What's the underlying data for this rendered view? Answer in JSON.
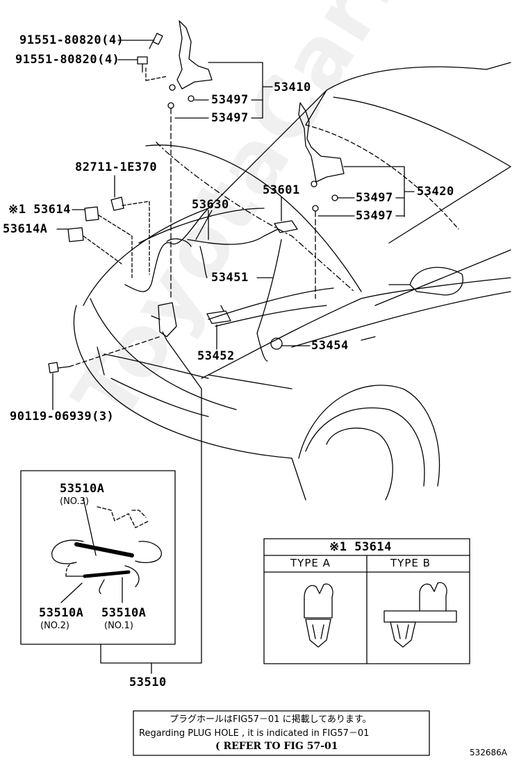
{
  "watermark": "ToyotaCarMine.ru",
  "labels": {
    "bolt_a": "91551-80820(4)",
    "bolt_b": "91551-80820(4)",
    "hinge_lh": "53410",
    "washer_lh_1": "53497",
    "washer_lh_2": "53497",
    "cable_clamp": "82711-1E370",
    "clip_ref": "※1 53614",
    "clip_a": "53614A",
    "cable": "53630",
    "support_bracket": "53601",
    "hinge_rh": "53420",
    "washer_rh_1": "53497",
    "washer_rh_2": "53497",
    "hood_rod": "53451",
    "rod_holder": "53454",
    "lock_bracket": "53452",
    "bolt_c": "90119-06939(3)",
    "cable_assy": "53510",
    "diagram_id": "532686A"
  },
  "inset_cable": {
    "part_no3": "53510A",
    "no3": "(NO.3)",
    "part_no2": "53510A",
    "no2": "(NO.2)",
    "part_no1": "53510A",
    "no1": "(NO.1)"
  },
  "clip_table": {
    "title": "※1 53614",
    "type_a": "TYPE A",
    "type_b": "TYPE B"
  },
  "note": {
    "jp": "プラグホールはFIG57－01 に掲載してあります。",
    "en": "Regarding  PLUG  HOLE , it  is  indicated  in  FIG57－01",
    "refer": "( REFER  TO  FIG  57-01"
  }
}
